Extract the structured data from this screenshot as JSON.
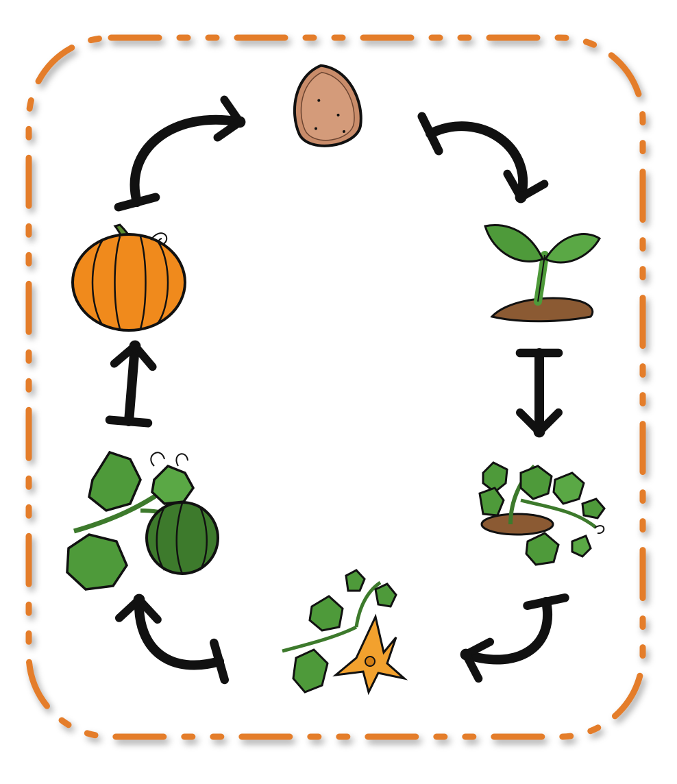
{
  "diagram": {
    "type": "pumpkin-life-cycle",
    "stages": [
      {
        "name": "seed",
        "icon": "pumpkin-seed-icon"
      },
      {
        "name": "sprout",
        "icon": "sprout-icon"
      },
      {
        "name": "vine",
        "icon": "young-vine-icon"
      },
      {
        "name": "flower",
        "icon": "pumpkin-flower-icon"
      },
      {
        "name": "green-pumpkin",
        "icon": "green-pumpkin-icon"
      },
      {
        "name": "orange-pumpkin",
        "icon": "orange-pumpkin-icon"
      }
    ],
    "colors": {
      "border": "#e47d2b",
      "arrow": "#111111",
      "seed": "#c98c6a",
      "leaf": "#4e9a3a",
      "leaf_dark": "#2f6b22",
      "soil": "#8b5a33",
      "flower": "#f2a12e",
      "pumpkin_orange": "#f08a1c",
      "pumpkin_green": "#3d7a2c",
      "stem": "#5a8a2e"
    }
  }
}
